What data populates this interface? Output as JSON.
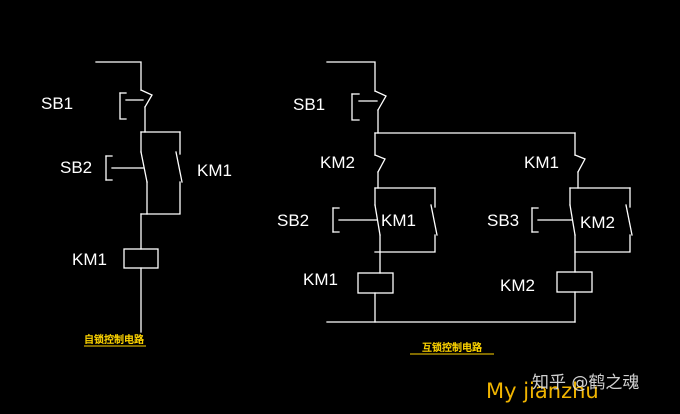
{
  "left_circuit": {
    "caption": "自锁控制电路",
    "labels": {
      "sb1": "SB1",
      "sb2": "SB2",
      "km1_contact": "KM1",
      "km1_coil": "KM1"
    }
  },
  "right_circuit": {
    "caption": "互锁控制电路",
    "labels": {
      "sb1": "SB1",
      "km2_nc": "KM2",
      "km1_nc": "KM1",
      "sb2": "SB2",
      "km1_no": "KM1",
      "sb3": "SB3",
      "km2_no": "KM2",
      "km1_coil": "KM1",
      "km2_coil": "KM2"
    }
  },
  "watermark": {
    "brand": "My jianzhu",
    "site": "知乎 @鹤之魂"
  },
  "colors": {
    "background": "#000000",
    "wire": "#ffffff",
    "caption": "#ffd500",
    "watermark_brand": "#f0b400"
  }
}
